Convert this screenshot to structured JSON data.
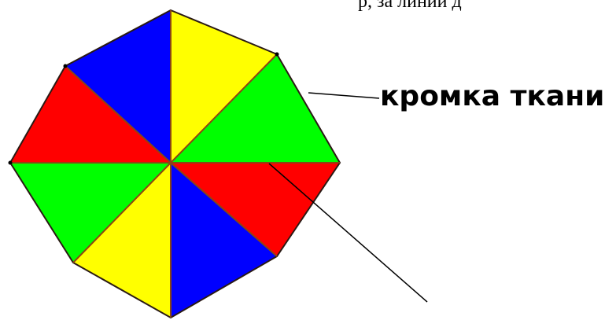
{
  "page": {
    "top_text": "р, за линии д"
  },
  "diagram": {
    "label": "кромка ткани",
    "colors": {
      "blue": "#0000ff",
      "yellow": "#ffff00",
      "green": "#00ff00",
      "red": "#ff0000",
      "outline": "#2a1a14",
      "spoke": "#8b4513"
    },
    "segments": [
      {
        "name": "segment-blue-top",
        "color": "blue"
      },
      {
        "name": "segment-yellow-top",
        "color": "yellow"
      },
      {
        "name": "segment-green-right",
        "color": "green"
      },
      {
        "name": "segment-red-right",
        "color": "red"
      },
      {
        "name": "segment-blue-bottom",
        "color": "blue"
      },
      {
        "name": "segment-yellow-bottom",
        "color": "yellow"
      },
      {
        "name": "segment-green-left",
        "color": "green"
      },
      {
        "name": "segment-red-left",
        "color": "red"
      }
    ]
  }
}
